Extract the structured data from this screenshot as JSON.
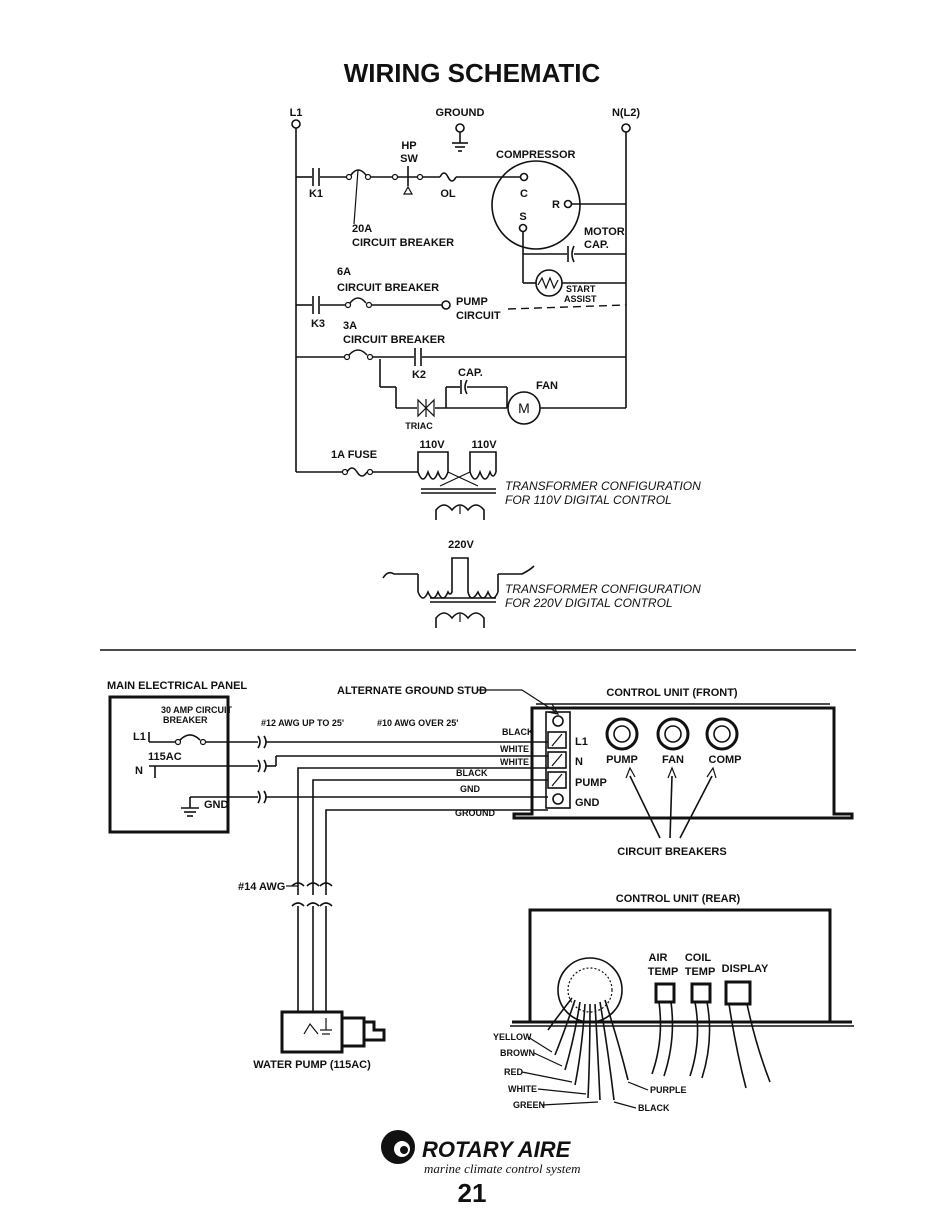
{
  "title": "WIRING SCHEMATIC",
  "schematic": {
    "l1": "L1",
    "ground": "GROUND",
    "n_l2": "N(L2)",
    "hp_sw_1": "HP",
    "hp_sw_2": "SW",
    "compressor": "COMPRESSOR",
    "k1": "K1",
    "ol": "OL",
    "c": "C",
    "r": "R",
    "s": "S",
    "breaker_20a_1": "20A",
    "breaker_20a_2": "CIRCUIT BREAKER",
    "motor_cap_1": "MOTOR",
    "motor_cap_2": "CAP.",
    "breaker_6a_1": "6A",
    "breaker_6a_2": "CIRCUIT BREAKER",
    "start_assist_1": "START",
    "start_assist_2": "ASSIST",
    "pump_circuit_1": "PUMP",
    "pump_circuit_2": "CIRCUIT",
    "k3": "K3",
    "breaker_3a_1": "3A",
    "breaker_3a_2": "CIRCUIT BREAKER",
    "k2": "K2",
    "cap": "CAP.",
    "fan": "FAN",
    "m": "M",
    "triac": "TRIAC",
    "fuse_1a": "1A FUSE",
    "v110_a": "110V",
    "v110_b": "110V",
    "xfmr_110_1": "TRANSFORMER CONFIGURATION",
    "xfmr_110_2": "FOR 110V DIGITAL CONTROL",
    "v220": "220V",
    "xfmr_220_1": "TRANSFORMER CONFIGURATION",
    "xfmr_220_2": "FOR 220V DIGITAL CONTROL"
  },
  "wiring": {
    "main_panel": "MAIN ELECTRICAL PANEL",
    "breaker_30a_1": "30 AMP CIRCUIT",
    "breaker_30a_2": "BREAKER",
    "panel_l1": "L1",
    "panel_115ac": "115AC",
    "panel_n": "N",
    "panel_gnd": "GND",
    "awg12": "#12 AWG UP TO 25'",
    "awg10": "#10 AWG OVER 25'",
    "alt_ground": "ALTERNATE GROUND STUD",
    "control_front": "CONTROL UNIT (FRONT)",
    "wire_black": "BLACK",
    "wire_white_1": "WHITE",
    "wire_white_2": "WHITE",
    "wire_black_2": "BLACK",
    "wire_gnd": "GND",
    "wire_ground": "GROUND",
    "term_l1": "L1",
    "term_n": "N",
    "term_pump": "PUMP",
    "term_gnd": "GND",
    "front_pump": "PUMP",
    "front_fan": "FAN",
    "front_comp": "COMP",
    "circuit_breakers": "CIRCUIT BREAKERS",
    "awg14": "#14 AWG",
    "water_pump": "WATER PUMP (115AC)",
    "control_rear": "CONTROL UNIT (REAR)",
    "air_temp_1": "AIR",
    "air_temp_2": "TEMP",
    "coil_temp_1": "COIL",
    "coil_temp_2": "TEMP",
    "display": "DISPLAY",
    "yellow": "YELLOW",
    "brown": "BROWN",
    "red": "RED",
    "white": "WHITE",
    "green": "GREEN",
    "purple": "PURPLE",
    "black": "BLACK"
  },
  "footer": {
    "brand": "ROTARY AIRE",
    "tagline": "marine climate control system",
    "page": "21"
  }
}
